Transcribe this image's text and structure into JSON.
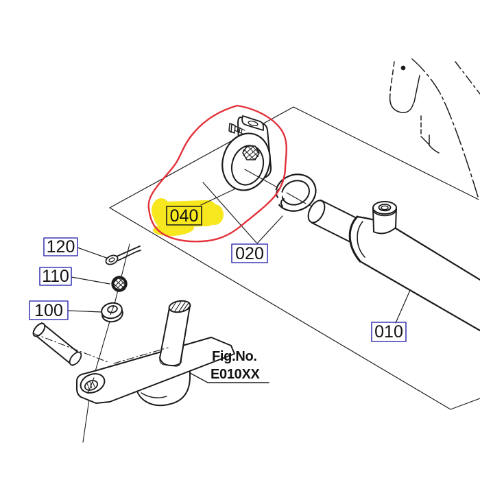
{
  "figure_note": {
    "line1": "Fig.No.",
    "line2": "E010XX"
  },
  "labels": {
    "l010": "010",
    "l020": "020",
    "l040": "040",
    "l100": "100",
    "l110": "110",
    "l120": "120"
  },
  "annotations": {
    "highlighted_part_label": "040"
  },
  "colors": {
    "label_border_blue": "#3c3cb4",
    "highlight_yellow": "#f6e71e",
    "annotation_red": "#e2313a",
    "ink": "#1b1b1b"
  }
}
